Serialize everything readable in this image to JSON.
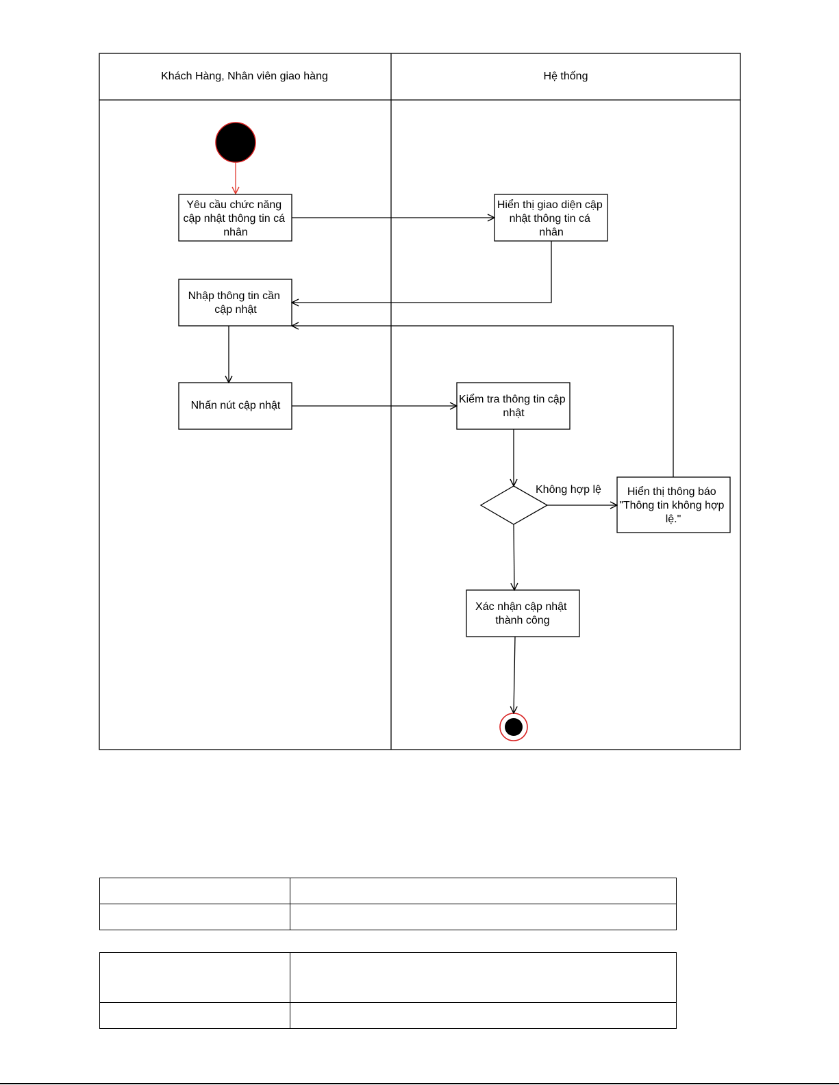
{
  "lanes": {
    "left": "Khách Hàng, Nhân viên giao hàng",
    "right": "Hệ thống"
  },
  "nodes": {
    "request": [
      "Yêu cầu chức năng",
      "cập nhật thông tin cá",
      "nhân"
    ],
    "show_form": [
      "Hiển thị giao diện cập",
      "nhật thông tin cá",
      "nhân"
    ],
    "enter_info": [
      "Nhập thông tin cần",
      "cập nhật"
    ],
    "press_update": [
      "Nhấn nút cập nhật"
    ],
    "check_info": [
      "Kiểm tra thông tin cập",
      "nhật"
    ],
    "invalid_msg": [
      "Hiển thị thông báo",
      "\"Thông tin không hợp",
      "lệ.\""
    ],
    "confirm": [
      "Xác nhận cập nhật",
      "thành công"
    ]
  },
  "guards": {
    "invalid": "Không hợp lệ"
  },
  "colors": {
    "line": "#000000",
    "start_arrow": "#e0362c",
    "end_ring": "#d81f1f",
    "node_fill": "#000000"
  }
}
